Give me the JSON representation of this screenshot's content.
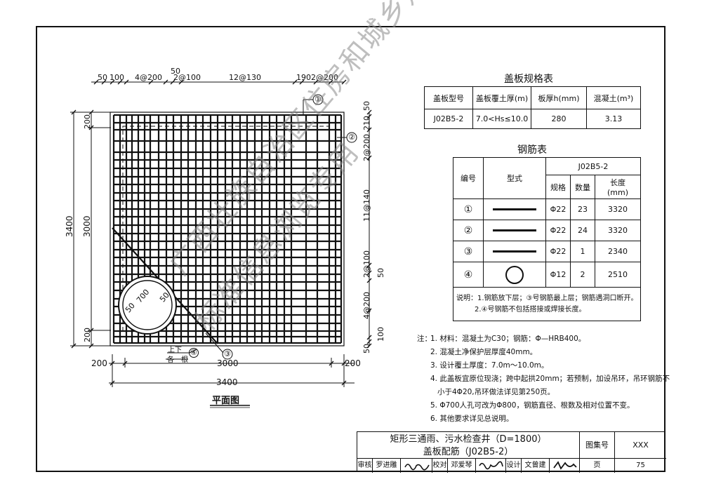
{
  "top_dims": {
    "d50_top": "50",
    "seg": [
      "50",
      "100",
      "4@200",
      "2@100",
      "12@130",
      "190",
      "2@200"
    ]
  },
  "left_dims": {
    "overall": "3400",
    "inner": "3000",
    "top": "200",
    "bottom": "200"
  },
  "right_dims": {
    "segs": [
      "50",
      "210",
      "2@200",
      "11@140",
      "2@100",
      "50",
      "4@200",
      "100",
      "50"
    ]
  },
  "bottom_dims": {
    "left": "200",
    "mid": "3000",
    "right": "200",
    "overall": "3400"
  },
  "plan": {
    "manhole_labels": [
      "50",
      "700",
      "50"
    ],
    "marks": [
      "①",
      "②",
      "③",
      "④"
    ],
    "note_updown": "上下",
    "note_each": "各一根",
    "title": "平面图"
  },
  "spec_table": {
    "title": "盖板规格表",
    "headers": [
      "盖板型号",
      "盖板覆土厚(m)",
      "板厚h(mm)",
      "混凝土(m³)"
    ],
    "row": [
      "J02B5-2",
      "7.0<Hs≤10.0",
      "280",
      "3.13"
    ]
  },
  "rebar_table": {
    "title": "钢筋表",
    "h_no": "编号",
    "h_shape": "型式",
    "h_model": "J02B5-2",
    "h_spec": "规格",
    "h_qty": "数量",
    "h_len": "长度",
    "h_len_unit": "(mm)",
    "rows": [
      {
        "no": "①",
        "shape": "bar",
        "spec": "Φ22",
        "qty": "23",
        "len": "3320"
      },
      {
        "no": "②",
        "shape": "bar",
        "spec": "Φ22",
        "qty": "24",
        "len": "3320"
      },
      {
        "no": "③",
        "shape": "bar",
        "spec": "Φ22",
        "qty": "1",
        "len": "2340"
      },
      {
        "no": "④",
        "shape": "ring",
        "spec": "Φ12",
        "qty": "2",
        "len": "2510"
      }
    ],
    "note1": "说明：1.钢筋放下层；③号钢筋最上层；钢筋遇洞口断开。",
    "note2": "2.④号钢筋不包括搭接或焊接长度。"
  },
  "notes": {
    "label": "注：",
    "items": [
      "1. 材料：混凝土为C30；钢筋：Φ—HRB400。",
      "2. 混凝土净保护层厚度40mm。",
      "3. 设计覆土厚度：7.0m～10.0m。",
      "4. 此盖板宜原位现浇；跨中起拱20mm；若预制，加设吊环，吊环钢筋不",
      "小于4Φ20,吊环做法详见第250页。",
      "5. Φ700人孔可改为Φ800，钢筋直径、根数及相对位置不变。",
      "6. 其他要求详见总说明。"
    ]
  },
  "title_block": {
    "title1": "矩形三通雨、污水检查井（D=1800）",
    "title2": "盖板配筋（J02B5-2）",
    "atlas_label": "图集号",
    "atlas_no": "XXX",
    "page_label": "页",
    "page_no": "75",
    "review_label": "审核",
    "reviewer": "罗进雕",
    "check_label": "校对",
    "checker": "邓爱琴",
    "design_label": "设计",
    "designer": "文曾建"
  },
  "watermark": {
    "line1": "广西壮族自治区住房和城乡建设厅",
    "line2": "标准信息浏览专用"
  }
}
